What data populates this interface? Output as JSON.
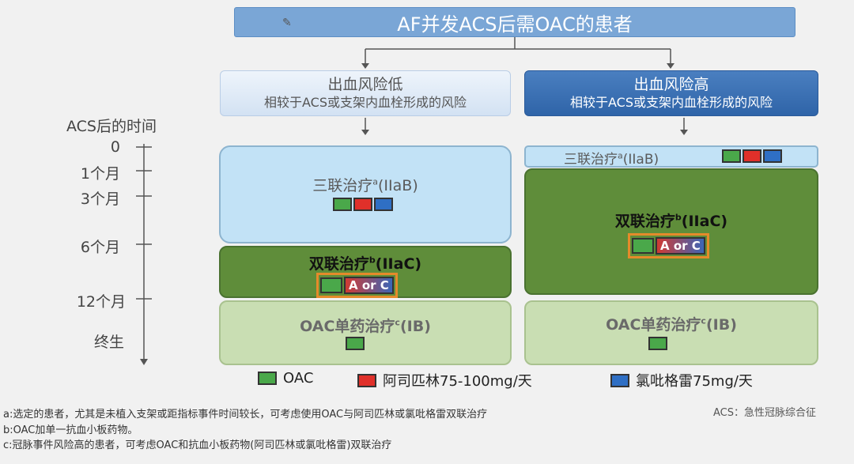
{
  "title": "AF并发ACS后需OAC的患者",
  "risk_low": {
    "main": "出血风险低",
    "sub": "相较于ACS或支架内血栓形成的风险"
  },
  "risk_high": {
    "main": "出血风险高",
    "sub": "相较于ACS或支架内血栓形成的风险"
  },
  "timeline": {
    "title": "ACS后的时间",
    "ticks": [
      "0",
      "1个月",
      "3个月",
      "6个月",
      "12个月",
      "终生"
    ]
  },
  "left_column": {
    "triple": {
      "label": "三联治疗",
      "sup": "a",
      "grade": "(IIaB)"
    },
    "dual": {
      "label": "双联治疗",
      "sup": "b",
      "grade": "(IIaC)",
      "a_or_c": "A or C"
    },
    "mono": {
      "label": "OAC单药治疗",
      "sup": "c",
      "grade": "(IB)"
    }
  },
  "right_column": {
    "triple": {
      "label": "三联治疗",
      "sup": "a",
      "grade": "(IIaB)"
    },
    "dual": {
      "label": "双联治疗",
      "sup": "b",
      "grade": "(IIaC)",
      "a_or_c": "A or C"
    },
    "mono": {
      "label": "OAC单药治疗",
      "sup": "c",
      "grade": "(IB)"
    }
  },
  "legend": [
    {
      "color": "#4aa84a",
      "label": "OAC"
    },
    {
      "color": "#e0302a",
      "label": "阿司匹林75-100mg/天"
    },
    {
      "color": "#2f6fc4",
      "label": "氯吡格雷75mg/天"
    }
  ],
  "footnotes": {
    "a": "a:选定的患者，尤其是未植入支架或距指标事件时间较长，可考虑使用OAC与阿司匹林或氯吡格雷双联治疗",
    "b": "b:OAC加单一抗血小板药物。",
    "c": "c:冠脉事件风险高的患者，可考虑OAC和抗血小板药物(阿司匹林或氯吡格雷)双联治疗",
    "abbr": "ACS：急性冠脉综合征"
  },
  "colors": {
    "oac": "#4aa84a",
    "aspirin": "#e0302a",
    "clopidogrel": "#2f6fc4",
    "dual_bg": "#5f8d3a",
    "triple_bg": "#c2e2f6",
    "mono_bg": "#c9deb3"
  }
}
